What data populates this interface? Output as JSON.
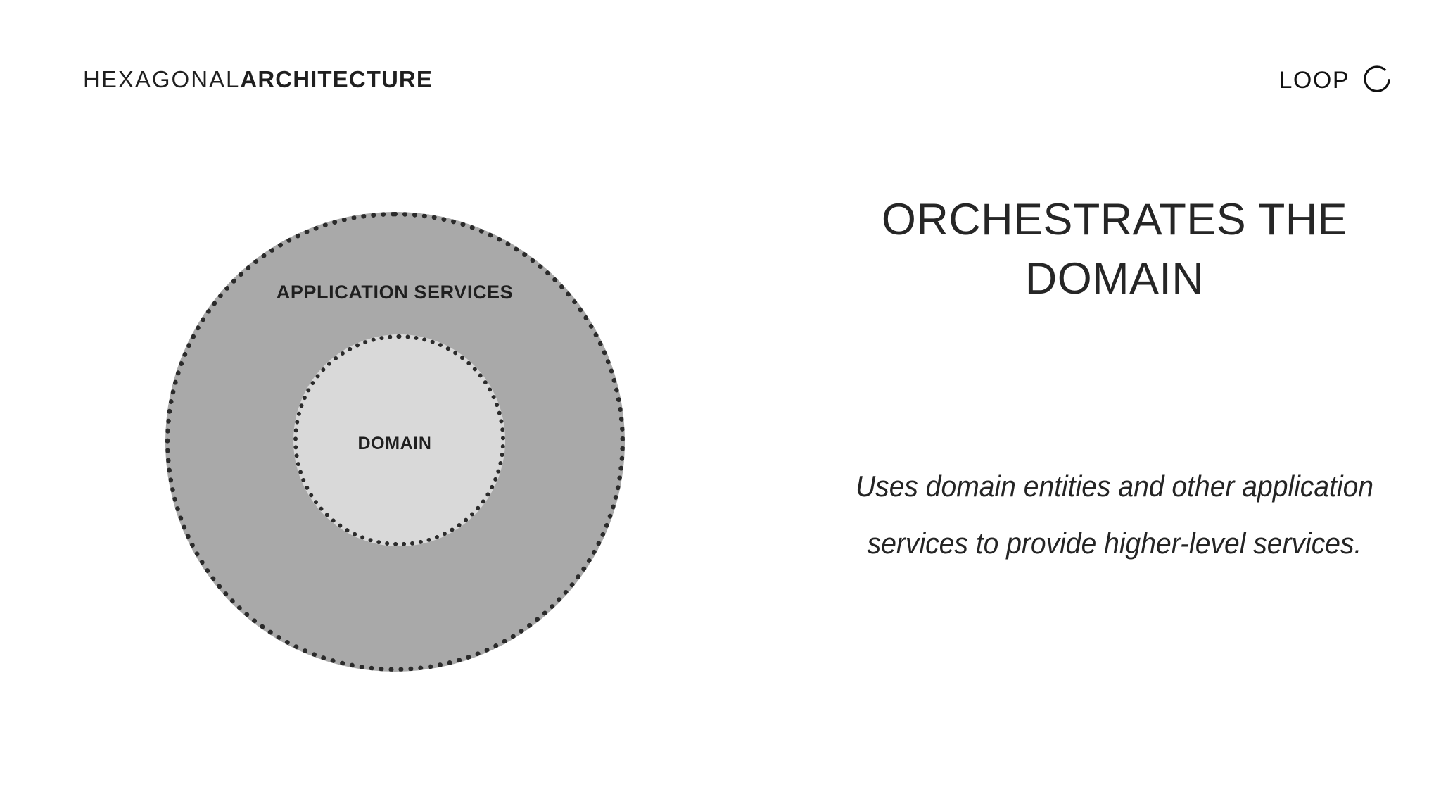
{
  "page": {
    "background_color": "#FFFFFF",
    "text_color": "#1D1D1D"
  },
  "header": {
    "title_thin": "HEXAGONAL",
    "title_bold": "ARCHITECTURE",
    "logo": {
      "wordmark": "LOOP",
      "mark_name": "loop-circle-mark",
      "mark_color": "#111111"
    }
  },
  "diagram": {
    "name": "concentric-circles-diagram",
    "outer": {
      "label": "APPLICATION SERVICES",
      "fill_color": "#A9A9A9",
      "border_style": "dotted",
      "border_color": "#2B2B2B"
    },
    "inner": {
      "label": "DOMAIN",
      "fill_color": "#D9D9D9",
      "border_style": "dotted",
      "border_color": "#2B2B2B"
    }
  },
  "content": {
    "headline_line_1": "ORCHESTRATES THE",
    "headline_line_2": "DOMAIN",
    "body": "Uses domain entities and other application services to provide higher-level services."
  }
}
